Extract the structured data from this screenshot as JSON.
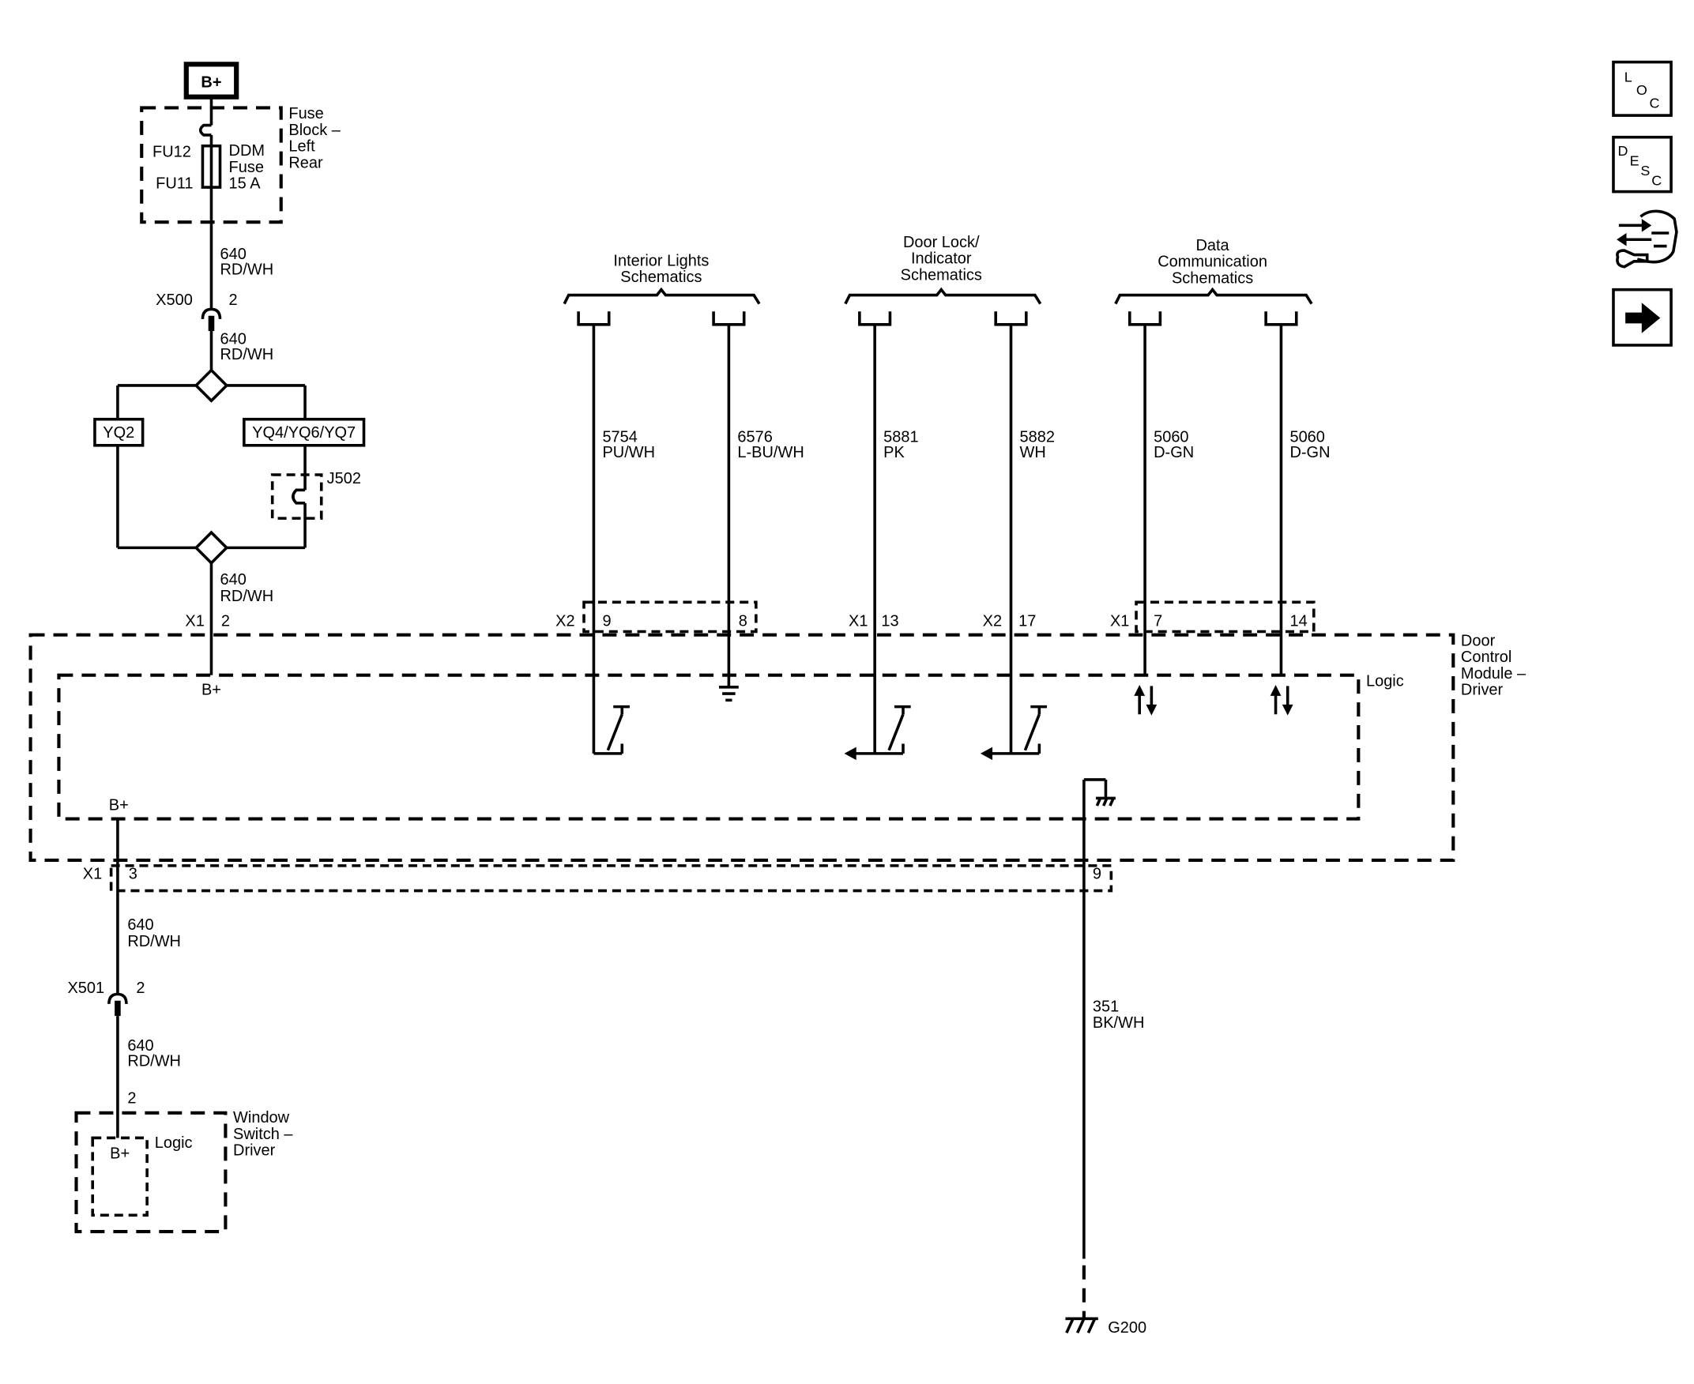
{
  "power_source": {
    "label": "B+"
  },
  "fuse_block": {
    "title_lines": [
      "Fuse",
      "Block –",
      "Left",
      "Rear"
    ],
    "fu12": "FU12",
    "fu11": "FU11",
    "fuse_lines": [
      "DDM",
      "Fuse",
      "15 A"
    ]
  },
  "feed_segments": [
    {
      "circuit": "640",
      "color": "RD/WH"
    },
    {
      "circuit": "640",
      "color": "RD/WH"
    },
    {
      "circuit": "640",
      "color": "RD/WH"
    },
    {
      "circuit": "640",
      "color": "RD/WH"
    },
    {
      "circuit": "640",
      "color": "RD/WH"
    }
  ],
  "inline_connectors": {
    "x500": {
      "name": "X500",
      "pin": "2"
    },
    "x501": {
      "name": "X501",
      "pin": "2"
    }
  },
  "splices": {
    "left": "YQ2",
    "right": "YQ4/YQ6/YQ7",
    "jumper": "J502"
  },
  "references": [
    {
      "lines": [
        "Interior Lights",
        "Schematics"
      ]
    },
    {
      "lines": [
        "Door Lock/",
        "Indicator",
        "Schematics"
      ]
    },
    {
      "lines": [
        "Data",
        "Communication",
        "Schematics"
      ]
    }
  ],
  "signal_circuits": [
    {
      "circuit": "5754",
      "color": "PU/WH",
      "connector": "X2",
      "pin": "9"
    },
    {
      "circuit": "6576",
      "color": "L-BU/WH",
      "pin": "8"
    },
    {
      "circuit": "5881",
      "color": "PK",
      "connector": "X1",
      "pin": "13"
    },
    {
      "circuit": "5882",
      "color": "WH",
      "connector": "X2",
      "pin": "17"
    },
    {
      "circuit": "5060",
      "color": "D-GN",
      "connector": "X1",
      "pin": "7"
    },
    {
      "circuit": "5060",
      "color": "D-GN",
      "pin": "14"
    }
  ],
  "module": {
    "title_lines": [
      "Door",
      "Control",
      "Module –",
      "Driver"
    ],
    "logic_label": "Logic",
    "feed_connector": {
      "name": "X1",
      "pin": "2"
    },
    "feed_terminal": "B+",
    "output_connector": {
      "name": "X1",
      "pin": "3"
    },
    "output_terminal": "B+",
    "ground_pin": "9"
  },
  "ground": {
    "circuit": "351",
    "color": "BK/WH",
    "name": "G200"
  },
  "window_switch": {
    "title_lines": [
      "Window",
      "Switch –",
      "Driver"
    ],
    "pin": "2",
    "logic_label": "Logic",
    "terminal": "B+"
  },
  "side_toolbar": {
    "loc_letters": [
      "L",
      "O",
      "C"
    ],
    "desc_letters": [
      "D",
      "E",
      "S",
      "C"
    ],
    "service_icon": "hand-wrench-icon",
    "next_icon": "arrow-right-icon"
  }
}
